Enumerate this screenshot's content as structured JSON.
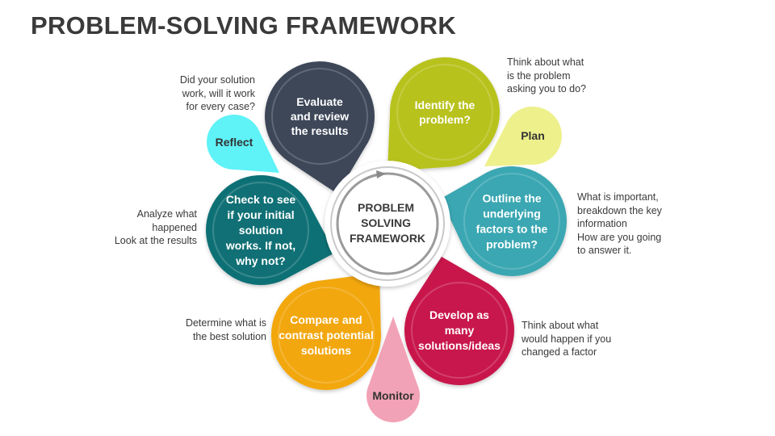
{
  "title": "PROBLEM-SOLVING FRAMEWORK",
  "center": {
    "lines": [
      "PROBLEM",
      "SOLVING",
      "FRAMEWORK"
    ]
  },
  "petals": [
    {
      "id": "evaluate",
      "color": "#3d4758",
      "lines": [
        "Evaluate",
        "and review",
        "the results"
      ]
    },
    {
      "id": "identify",
      "color": "#b8c21d",
      "lines": [
        "Identify the",
        "problem?"
      ]
    },
    {
      "id": "outline",
      "color": "#3aa7b2",
      "lines": [
        "Outline the",
        "underlying",
        "factors to the",
        "problem?"
      ]
    },
    {
      "id": "develop",
      "color": "#c8174c",
      "lines": [
        "Develop as",
        "many",
        "solutions/ideas"
      ]
    },
    {
      "id": "compare",
      "color": "#f2a70f",
      "lines": [
        "Compare and",
        "contrast potential",
        "solutions"
      ]
    },
    {
      "id": "check",
      "color": "#107075",
      "lines": [
        "Check to see",
        "if your initial",
        "solution",
        "works. If not,",
        "why not?"
      ]
    }
  ],
  "bubbles": [
    {
      "id": "reflect",
      "label": "Reflect",
      "color": "#5ff2f7"
    },
    {
      "id": "plan",
      "label": "Plan",
      "color": "#eef08c"
    },
    {
      "id": "monitor",
      "label": "Monitor",
      "color": "#f2a2b6"
    }
  ],
  "notes": {
    "evaluate": [
      "Did your solution",
      "work, will it work",
      "for every case?"
    ],
    "identify": [
      "Think about what",
      "is the problem",
      "asking you to do?"
    ],
    "outline": [
      "What is important,",
      "breakdown the key",
      "information",
      "How are you going",
      "to answer it."
    ],
    "develop": [
      "Think about what",
      "would happen if you",
      "changed a factor"
    ],
    "compare": [
      "Determine what is",
      "the best solution"
    ],
    "check": [
      "Analyze what",
      "happened",
      "Look at the results"
    ]
  }
}
